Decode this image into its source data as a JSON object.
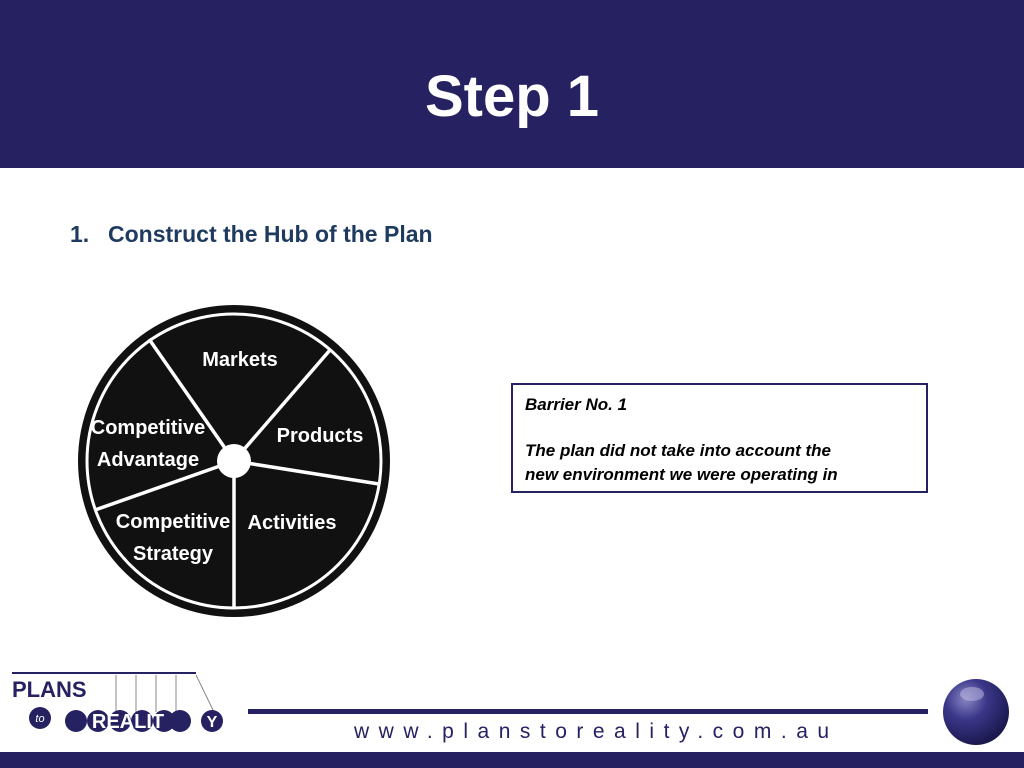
{
  "slide": {
    "title": "Step 1",
    "point_number": "1.",
    "point_text": "Construct the Hub of the Plan"
  },
  "hub_wheel": {
    "segments": [
      "Markets",
      "Products",
      "Activities",
      "Competitive Strategy",
      "Competitive Advantage"
    ]
  },
  "callout": {
    "heading": "Barrier No. 1",
    "body_line1": "The plan did not take into account the",
    "body_line2": "new environment we were operating in"
  },
  "footer": {
    "url": "www.planstoreality.com.au",
    "logo_text": "PLANS to REALITY"
  },
  "colors": {
    "brand_navy": "#262262",
    "point_text": "#1f3a5f",
    "wheel_fill": "#111111"
  }
}
